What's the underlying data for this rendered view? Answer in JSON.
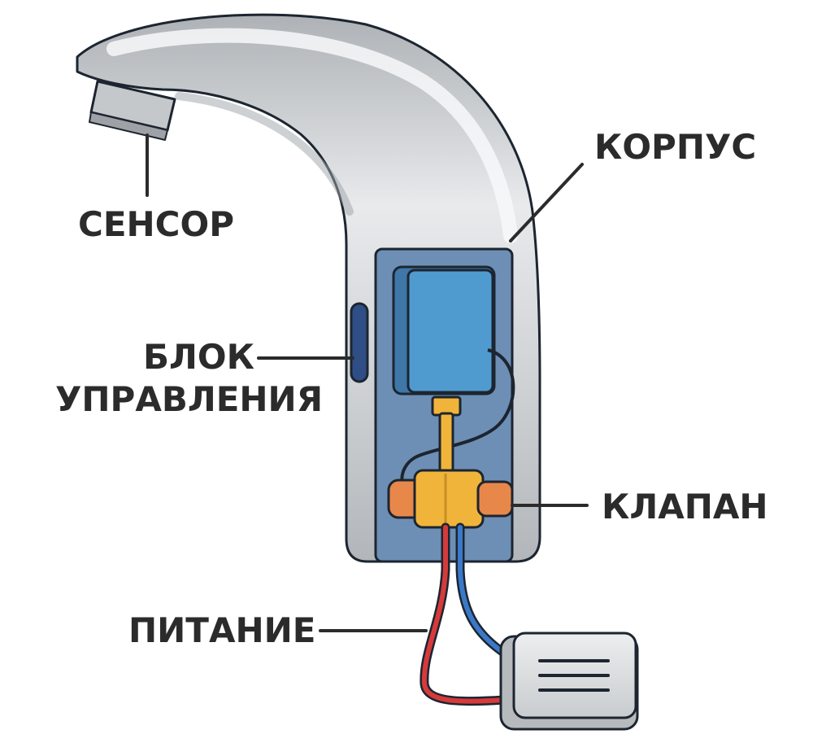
{
  "labels": {
    "sensor": "СЕНСОР",
    "body": "КОРПУС",
    "control_line1": "БЛОК",
    "control_line2": "УПРАВЛЕНИЯ",
    "valve": "КЛАПАН",
    "power": "ПИТАНИЕ"
  },
  "colors": {
    "outline": "#1c2530",
    "chrome_light": "#e6e8ea",
    "chrome_mid": "#c7cacd",
    "chrome_dark": "#a9adb1",
    "panel_blue": "#6e8fb5",
    "module_blue": "#4f9bcf",
    "valve_yellow": "#f0b43a",
    "valve_orange": "#e8874a",
    "wire_red": "#d63a3a",
    "wire_blue": "#3a79c9",
    "battery_grey": "#d9dbdd"
  }
}
